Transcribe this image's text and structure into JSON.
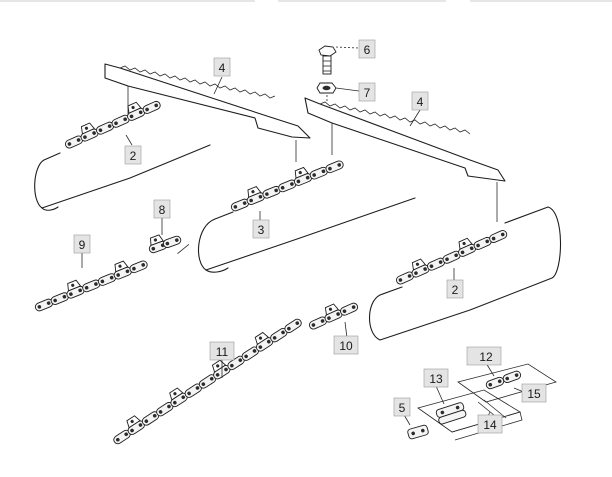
{
  "diagram": {
    "labels": {
      "l2a": "2",
      "l2b": "2",
      "l3": "3",
      "l4a": "4",
      "l4b": "4",
      "l5": "5",
      "l6": "6",
      "l7": "7",
      "l8": "8",
      "l9": "9",
      "l10": "10",
      "l11": "11",
      "l12": "12",
      "l13": "13",
      "l14": "14",
      "l15": "15"
    }
  }
}
